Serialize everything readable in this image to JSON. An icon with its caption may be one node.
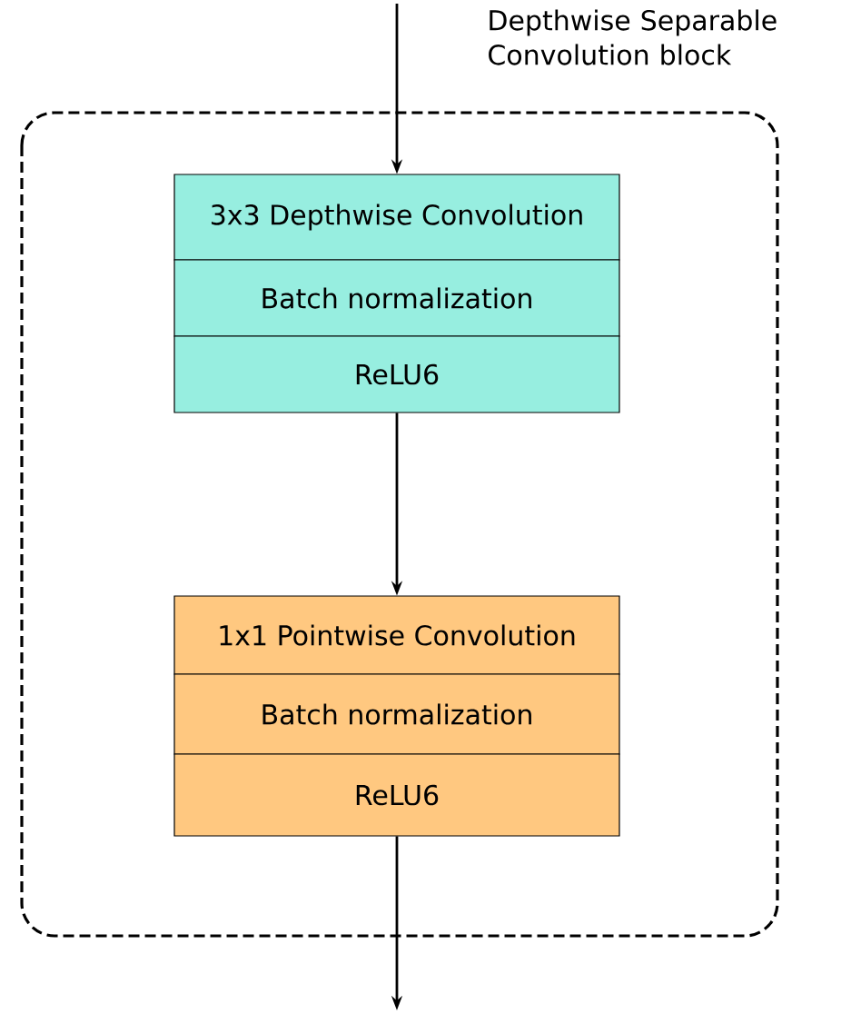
{
  "diagram": {
    "nodes": [
      {
        "text": [
          "Depthwise Separable Convolution block"
        ]
      },
      {
        "text": [
          "3x3 Depthwise Convolution",
          "Batch normalization",
          "ReLU6"
        ],
        "in": 0
      },
      {
        "text": [
          "1x1 Pointwise Convolution",
          "Batch normalization",
          "ReLU6"
        ],
        "in": 0
      }
    ],
    "edges": [
      {
        "from": null,
        "to": 1,
        "arrow": "to"
      },
      {
        "from": 1,
        "to": 2,
        "arrow": "to"
      },
      {
        "from": 2,
        "to": null,
        "arrow": "to"
      }
    ]
  }
}
